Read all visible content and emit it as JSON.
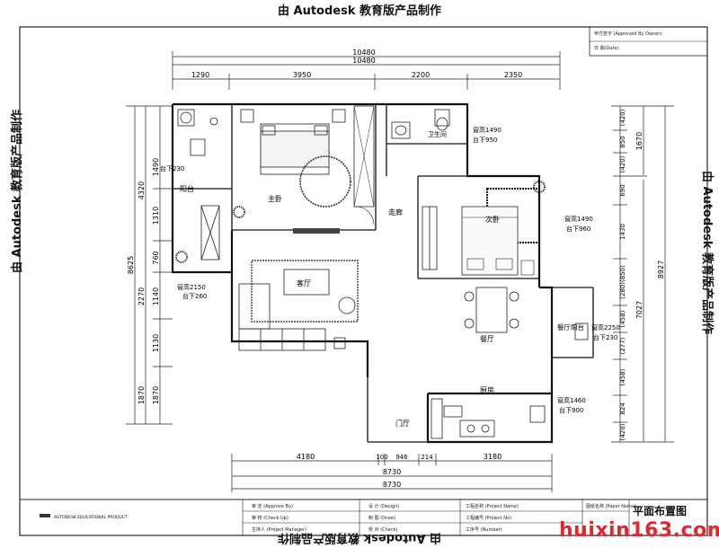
{
  "stamps": {
    "top": "由 Autodesk 教育版产品制作",
    "bottom": "由 Autodesk 教育版产品制作",
    "left": "由 Autodesk 教育版产品制作",
    "right": "由 Autodesk 教育版产品制作"
  },
  "dimensions": {
    "top_total_1": "10480",
    "top_total_2": "10480",
    "top_segments": [
      "1290",
      "3950",
      "2200",
      "2350"
    ],
    "bottom_segments": [
      "4180",
      "100",
      "946",
      "214",
      "3180"
    ],
    "bottom_total_1": "8730",
    "bottom_total_2": "8730",
    "left_inner": [
      "1490",
      "1310",
      "760",
      "1140",
      "1130",
      "1870"
    ],
    "left_inner_extra": "4320",
    "left_inner_extra2": "2270",
    "left_mid": "1870",
    "left_total": "8625",
    "right_inner": [
      "(420)",
      "850",
      "(420)",
      "690",
      "1430",
      "(280)(850)",
      "(458)",
      "(277)",
      "(458)",
      "824",
      "(420)"
    ],
    "right_mid_1": "1670",
    "right_mid_2": "7027",
    "right_total": "8927"
  },
  "rooms": {
    "master_bedroom": "主卧",
    "balcony": "阳台",
    "living_room": "客厅",
    "corridor": "走廊",
    "bathroom": "卫生间",
    "second_bedroom": "次卧",
    "dining_room": "餐厅",
    "dining_balcony": "餐厅阳台",
    "kitchen": "厨房",
    "entrance": "门厅"
  },
  "notes": {
    "balcony_sill": "台下230",
    "living_window_1": "窗高2150",
    "living_window_2": "台下260",
    "bath_window_1": "窗高1490",
    "bath_window_2": "台下950",
    "bed2_window_1": "窗高1490",
    "bed2_window_2": "台下960",
    "dining_window_1": "窗高2250",
    "dining_window_2": "台下230",
    "kitchen_window_1": "窗高1460",
    "kitchen_window_2": "台下900"
  },
  "title_block": {
    "approved_by_owner": "甲方签字 (Approved By Owner):",
    "date": "日 期(Date):",
    "row1": [
      "审 定 (Approve By)",
      "设 计 (Design)",
      "工程名称 (Project Name)"
    ],
    "row2": [
      "审 核 (Check Up)",
      "制 图 (Draw)",
      "工程编号 (Project No)"
    ],
    "row3": [
      "主持人 (Project Manager)",
      "校 对 (Check)",
      "工序号 (Number)"
    ],
    "paper_name_label": "图纸名称 (Paper Name)",
    "paper_name": "平面布置图",
    "logo_small": "AUTODESK EDUCATIONAL PRODUCT"
  },
  "watermark": "huixin163.com"
}
